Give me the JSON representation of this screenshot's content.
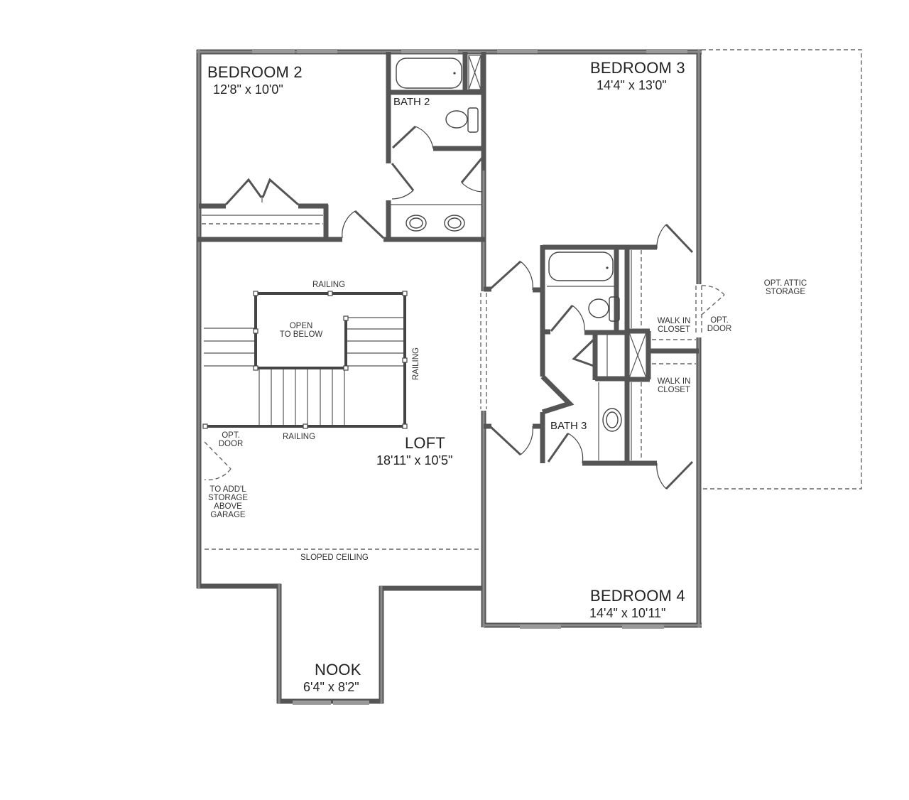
{
  "plan": {
    "rooms": {
      "bedroom2": {
        "name": "BEDROOM 2",
        "dims": "12'8\" x 10'0\""
      },
      "bath2": {
        "name": "BATH 2"
      },
      "bedroom3": {
        "name": "BEDROOM 3",
        "dims": "14'4\" x 13'0\""
      },
      "loft": {
        "name": "LOFT",
        "dims": "18'11\" x 10'5\""
      },
      "bath3": {
        "name": "BATH 3"
      },
      "bedroom4": {
        "name": "BEDROOM 4",
        "dims": "14'4\" x 10'11\""
      },
      "nook": {
        "name": "NOOK",
        "dims": "6'4\" x 8'2\""
      }
    },
    "annotations": {
      "railing_top": "RAILING",
      "railing_right": "RAILING",
      "railing_bottom": "RAILING",
      "open_to_below_1": "OPEN",
      "open_to_below_2": "TO BELOW",
      "opt_door_left_1": "OPT.",
      "opt_door_left_2": "DOOR",
      "storage_1": "TO ADD'L",
      "storage_2": "STORAGE",
      "storage_3": "ABOVE",
      "storage_4": "GARAGE",
      "sloped_ceiling": "SLOPED CEILING",
      "walkin1_1": "WALK IN",
      "walkin1_2": "CLOSET",
      "walkin2_1": "WALK IN",
      "walkin2_2": "CLOSET",
      "opt_door_right_1": "OPT.",
      "opt_door_right_2": "DOOR",
      "attic_1": "OPT. ATTIC",
      "attic_2": "STORAGE"
    },
    "colors": {
      "wall": "#6b6b6b",
      "window": "#9a9a9a",
      "line": "#444444",
      "background": "#ffffff"
    }
  }
}
